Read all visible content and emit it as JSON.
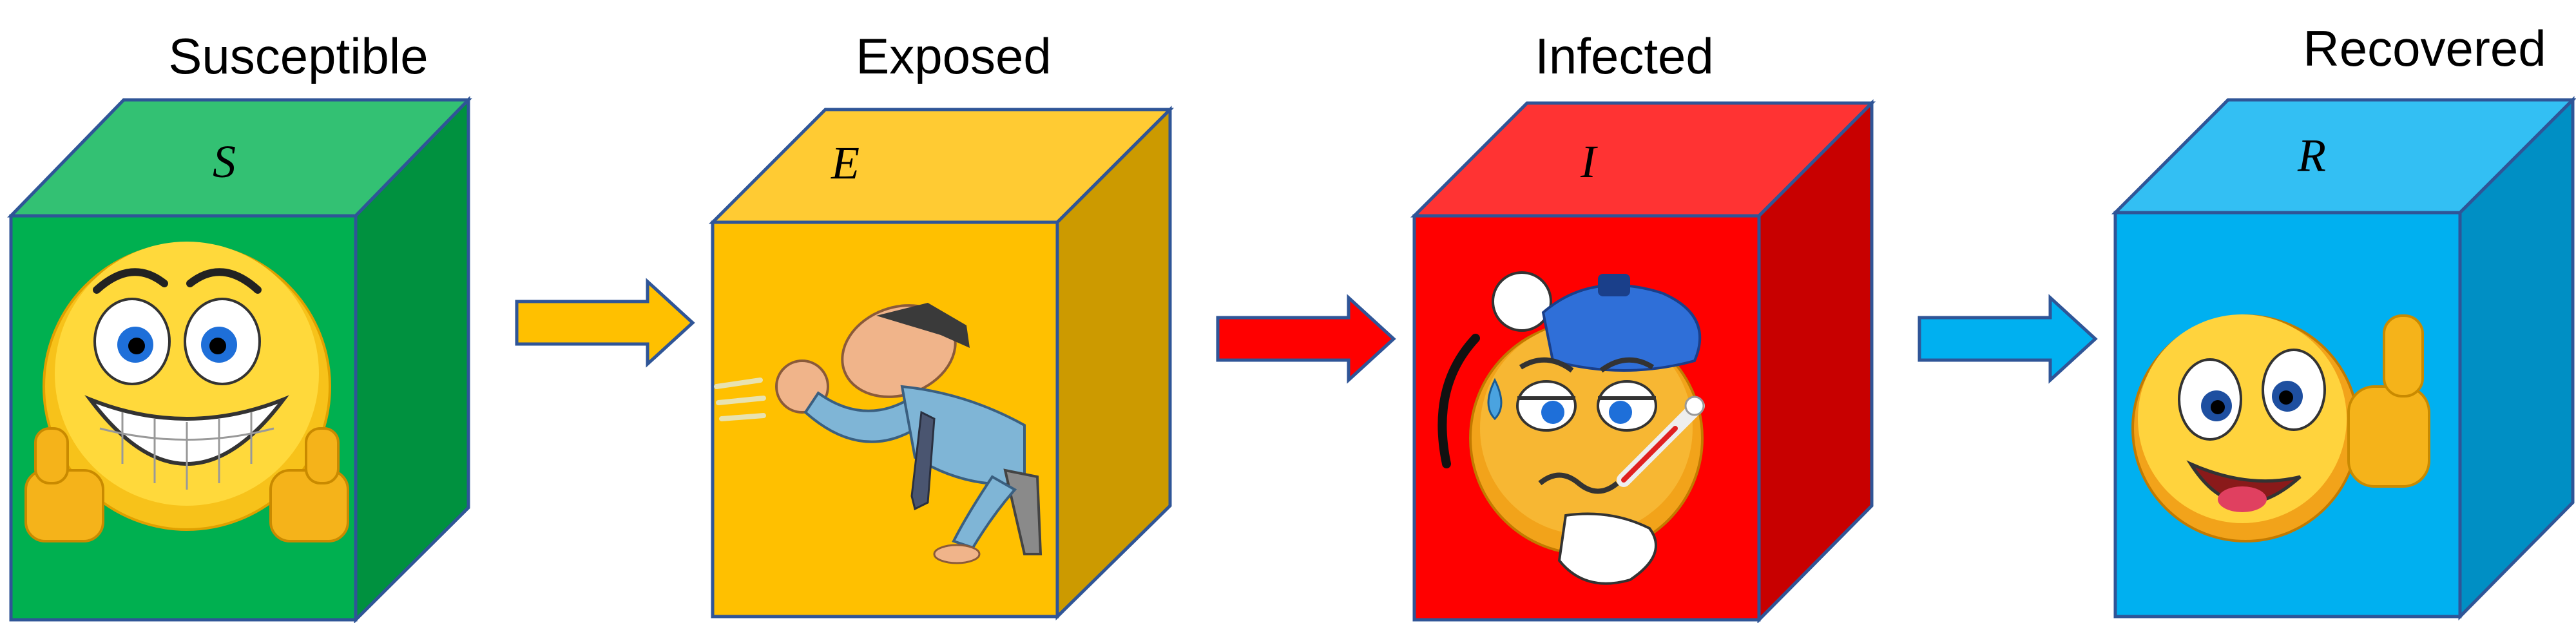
{
  "stages": [
    {
      "id": "susceptible",
      "title": "Susceptible",
      "symbol": "S",
      "front": "#00b050",
      "top": "#33c173",
      "side": "#00913f",
      "icon": "grinning-thumbs-up-emoji-icon"
    },
    {
      "id": "exposed",
      "title": "Exposed",
      "symbol": "E",
      "front": "#ffc000",
      "top": "#ffcb33",
      "side": "#cc9a00",
      "icon": "sneezing-man-icon"
    },
    {
      "id": "infected",
      "title": "Infected",
      "symbol": "I",
      "front": "#ff0000",
      "top": "#ff3333",
      "side": "#c80000",
      "icon": "sick-emoji-thermometer-icon"
    },
    {
      "id": "recovered",
      "title": "Recovered",
      "symbol": "R",
      "front": "#00b0f0",
      "top": "#33bff3",
      "side": "#008fc4",
      "icon": "happy-thumbs-up-emoji-icon"
    }
  ],
  "arrows": [
    {
      "from": "susceptible",
      "to": "exposed",
      "color": "#ffc000"
    },
    {
      "from": "exposed",
      "to": "infected",
      "color": "#ff0000"
    },
    {
      "from": "infected",
      "to": "recovered",
      "color": "#00b0f0"
    }
  ],
  "outline_color": "#2f5597"
}
